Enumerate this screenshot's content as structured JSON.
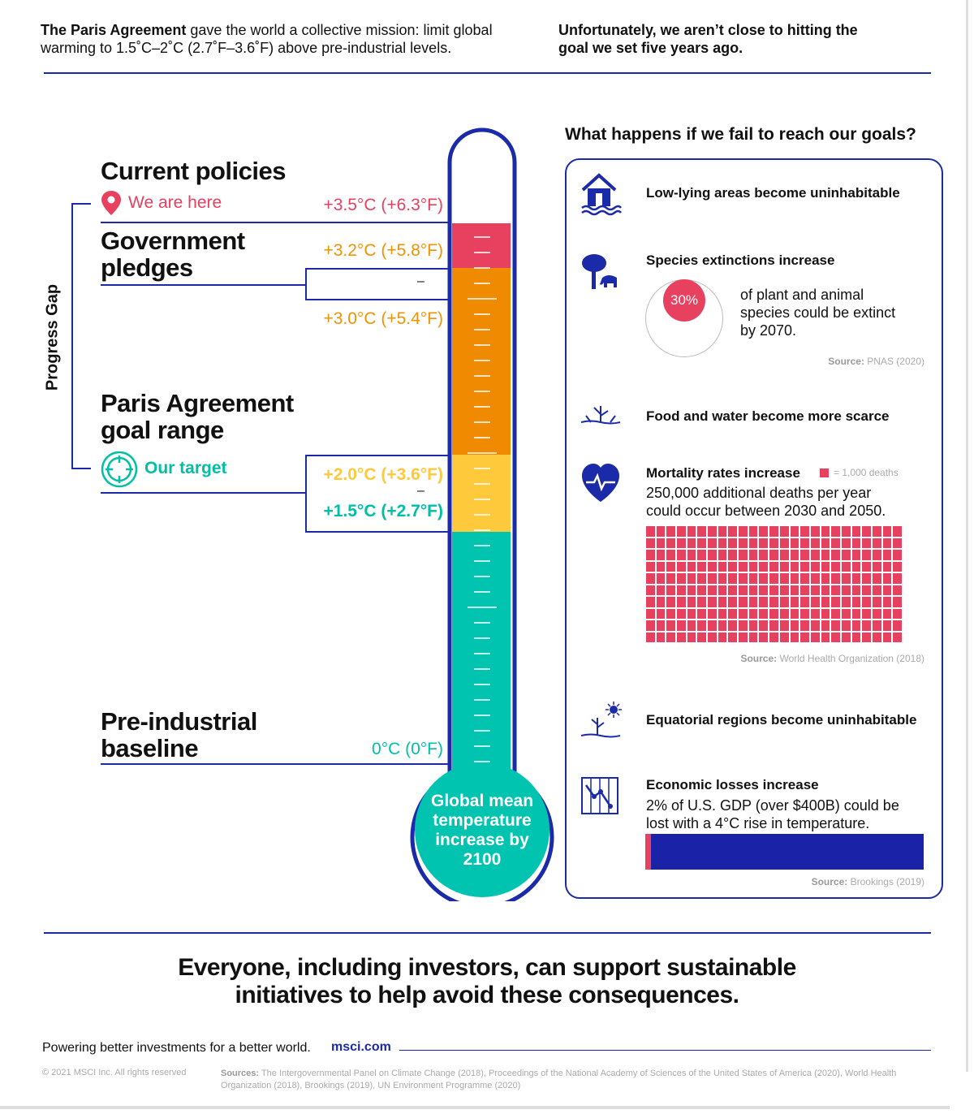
{
  "intro": {
    "left_bold": "The Paris Agreement",
    "left_rest": " gave the world a collective mission: limit global warming to 1.5˚C–2˚C (2.7˚F–3.6˚F) above pre-industrial levels.",
    "right": "Unfortunately, we aren’t close to hitting the goal we set five years ago."
  },
  "left": {
    "progress_gap": "Progress Gap",
    "current": "Current policies",
    "we_are_here": "We are here",
    "pledges": "Government pledges",
    "paris": "Paris Agreement goal range",
    "our_target": "Our target",
    "baseline": "Pre-industrial baseline",
    "temps": {
      "t35": "+3.5°C (+6.3°F)",
      "t32": "+3.2°C (+5.8°F)",
      "t30": "+3.0°C (+5.4°F)",
      "t20": "+2.0°C (+3.6°F)",
      "t15": "+1.5°C (+2.7°F)",
      "t0": "0°C (0°F)"
    },
    "dash": "–",
    "bulb": "Global mean temperature increase by 2100"
  },
  "colors": {
    "blue": "#1a2aa8",
    "red": "#e8405f",
    "orange": "#f08a00",
    "yellow": "#ffc93c",
    "teal": "#00c4b0"
  },
  "right": {
    "heading": "What happens if we fail to reach our goals?",
    "items": [
      {
        "title": "Low-lying areas become uninhabitable",
        "icon": "flooded-house-icon"
      },
      {
        "title": "Species extinctions increase",
        "icon": "tree-elephant-icon",
        "pct": "30%",
        "pct_value": 30,
        "text": "of plant and animal species could be extinct by 2070.",
        "src_label": "Source:",
        "src": " PNAS (2020)"
      },
      {
        "title": "Food and water become more scarce",
        "icon": "dry-plant-icon"
      },
      {
        "title": "Mortality rates increase",
        "icon": "heart-pulse-icon",
        "legend": "= 1,000 deaths",
        "text": "250,000 additional deaths per year could occur between 2030 and 2050.",
        "squares": 250,
        "src_label": "Source:",
        "src": " World Health Organization (2018)"
      },
      {
        "title": "Equatorial regions become uninhabitable",
        "icon": "sun-plant-icon"
      },
      {
        "title": "Economic losses increase",
        "icon": "chart-loss-icon",
        "text": "2% of U.S. GDP (over $400B) could be lost with a 4°C rise in temperature.",
        "pct_value": 2,
        "src_label": "Source:",
        "src": " Brookings (2019)"
      }
    ]
  },
  "cta": "Everyone, including investors, can support sustainable initiatives to help avoid these consequences.",
  "footer": {
    "tagline": "Powering better investments for a better world.",
    "link": "msci.com",
    "copyright": "© 2021 MSCI Inc. All rights reserved",
    "sources_label": "Sources:",
    "sources": " The Intergovernmental Panel on Climate Change (2018), Proceedings of the National Academy of Sciences of the United States of America (2020), World Health Organization (2018), Brookings (2019), UN Environment Programme (2020)"
  }
}
